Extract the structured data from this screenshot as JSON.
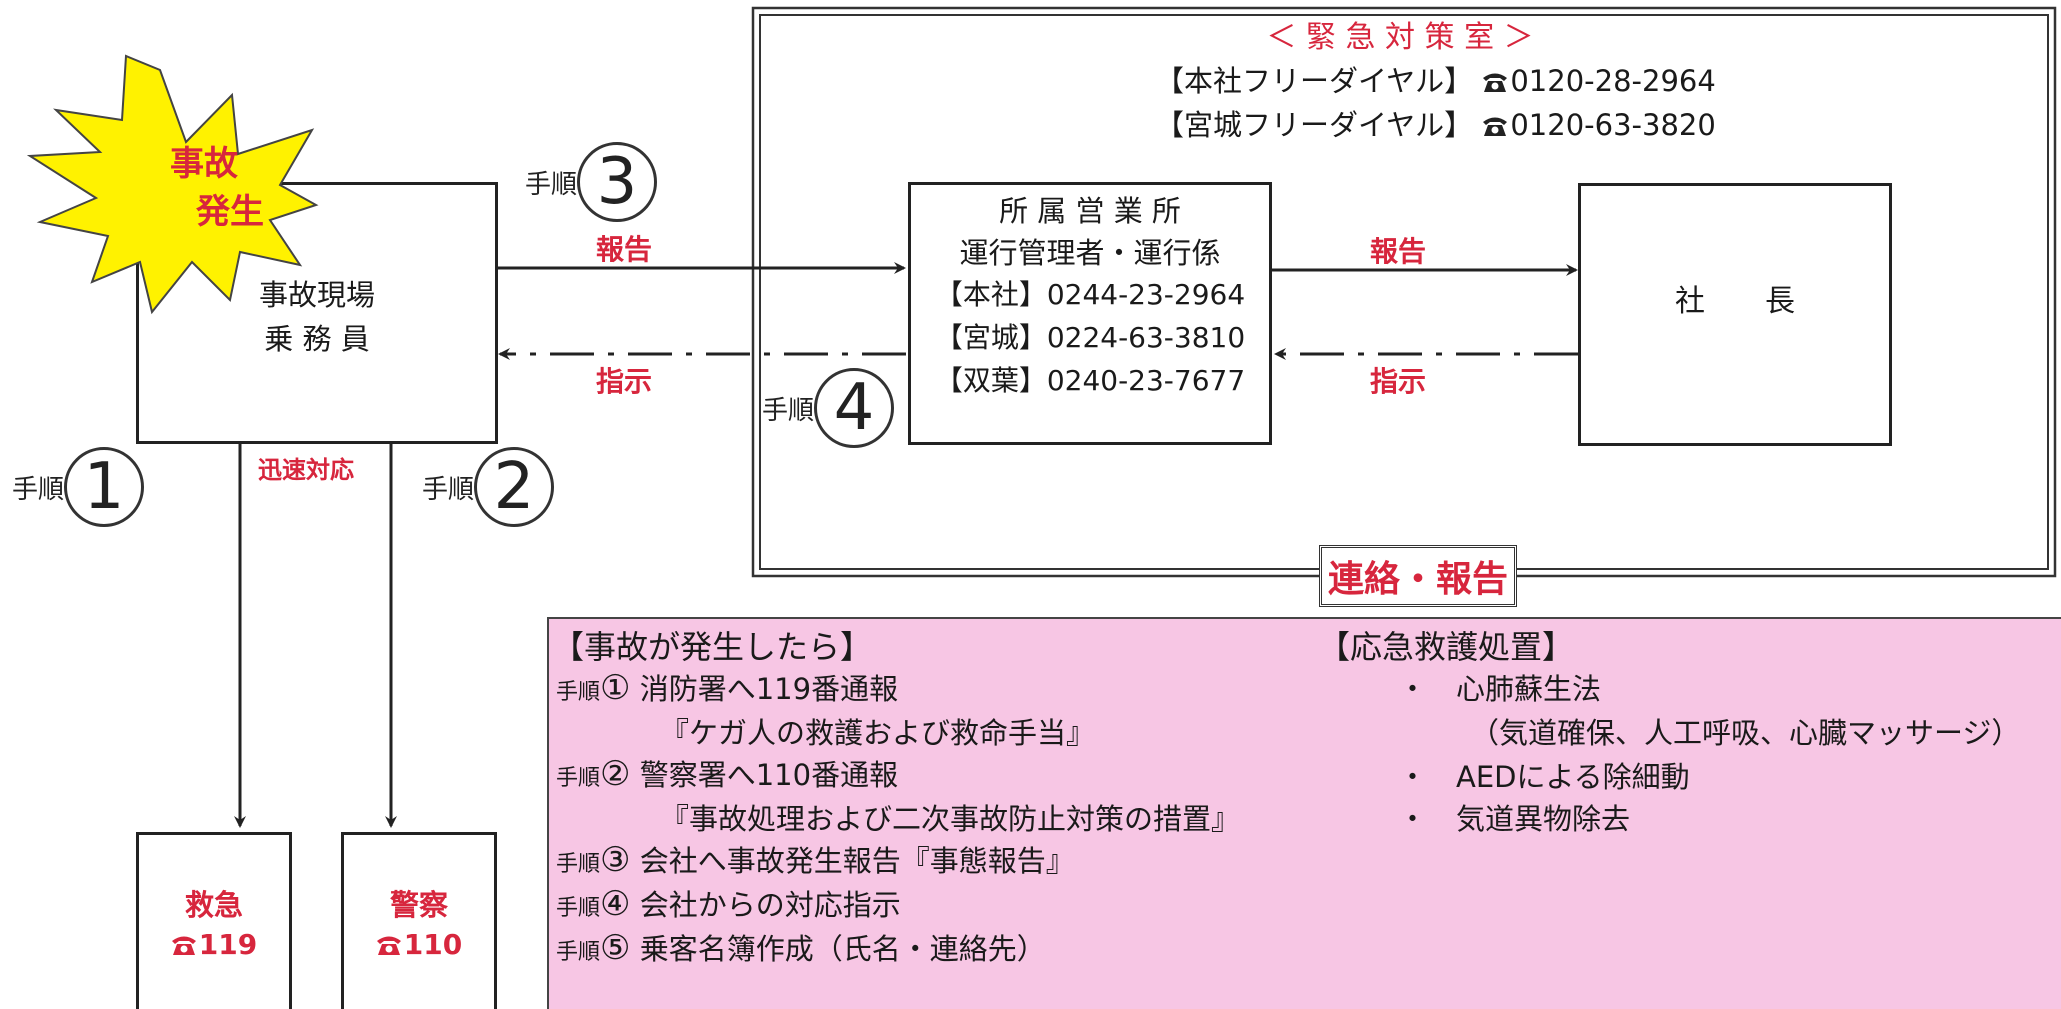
{
  "colors": {
    "accent_red": "#d7263d",
    "star_yellow": "#fff200",
    "panel_pink": "#f7c6e4",
    "line": "#222222"
  },
  "burst": {
    "line1": "事故",
    "line2": "発生"
  },
  "site_box": {
    "line1": "事故現場",
    "line2": "乗 務 員"
  },
  "quick_response": "迅速対応",
  "emergency_room": {
    "title": "＜ 緊 急 対 策 室 ＞",
    "honsha_label": "【本社フリーダイヤル】",
    "honsha_tel": "0120-28-2964",
    "miyagi_label": "【宮城フリーダイヤル】",
    "miyagi_tel": "0120-63-3820",
    "footer_label": "連絡・報告"
  },
  "office_box": {
    "line1": "所 属 営 業 所",
    "line2": "運行管理者・運行係",
    "line3": "【本社】0244-23-2964",
    "line4": "【宮城】0224-63-3810",
    "line5": "【双葉】0240-23-7677"
  },
  "president_box": {
    "label": "社　　長"
  },
  "arrows": {
    "report_left": "報告",
    "instruct_left": "指示",
    "report_right": "報告",
    "instruct_right": "指示"
  },
  "steps": {
    "label": "手順",
    "s1": "1",
    "s2": "2",
    "s3": "3",
    "s4": "4"
  },
  "ambulance": {
    "name": "救急",
    "tel": "119",
    "icon": "phone-icon"
  },
  "police": {
    "name": "警察",
    "tel": "110",
    "icon": "phone-icon"
  },
  "panel": {
    "left_title": "【事故が発生したら】",
    "items": [
      {
        "pre": "手順",
        "circ": "①",
        "text": " 消防署へ119番通報"
      },
      {
        "pre": "",
        "circ": "",
        "text": "『ケガ人の救護および救命手当』"
      },
      {
        "pre": "手順",
        "circ": "②",
        "text": " 警察署へ110番通報"
      },
      {
        "pre": "",
        "circ": "",
        "text": "『事故処理および二次事故防止対策の措置』"
      },
      {
        "pre": "手順",
        "circ": "③",
        "text": " 会社へ事故発生報告『事態報告』"
      },
      {
        "pre": "手順",
        "circ": "④",
        "text": " 会社からの対応指示"
      },
      {
        "pre": "手順",
        "circ": "⑤",
        "text": " 乗客名簿作成（氏名・連絡先）"
      }
    ],
    "right_title": "【応急救護処置】",
    "right_items": [
      "・　心肺蘇生法",
      "（気道確保、人工呼吸、心臓マッサージ）",
      "・　AEDによる除細動",
      "・　気道異物除去"
    ]
  }
}
